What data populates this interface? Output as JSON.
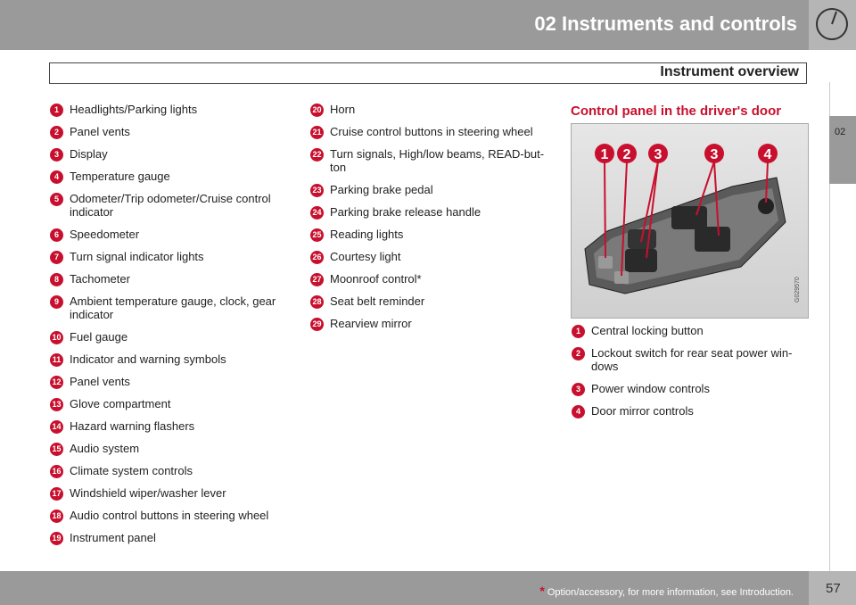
{
  "header": {
    "chapter_title": "02 Instruments and controls",
    "section_title": "Instrument overview"
  },
  "side_tab": "02",
  "list_left": [
    {
      "n": "1",
      "text": "Headlights/Parking lights"
    },
    {
      "n": "2",
      "text": "Panel vents"
    },
    {
      "n": "3",
      "text": "Display"
    },
    {
      "n": "4",
      "text": "Temperature gauge"
    },
    {
      "n": "5",
      "text": "Odometer/Trip odometer/Cruise control indicator"
    },
    {
      "n": "6",
      "text": "Speedometer"
    },
    {
      "n": "7",
      "text": "Turn signal indicator lights"
    },
    {
      "n": "8",
      "text": "Tachometer"
    },
    {
      "n": "9",
      "text": "Ambient temperature gauge, clock, gear indicator"
    },
    {
      "n": "10",
      "text": "Fuel gauge"
    },
    {
      "n": "11",
      "text": "Indicator and warning symbols"
    },
    {
      "n": "12",
      "text": "Panel vents"
    },
    {
      "n": "13",
      "text": "Glove compartment"
    },
    {
      "n": "14",
      "text": "Hazard warning flashers"
    },
    {
      "n": "15",
      "text": "Audio system"
    },
    {
      "n": "16",
      "text": "Climate system controls"
    },
    {
      "n": "17",
      "text": "Windshield wiper/washer lever"
    },
    {
      "n": "18",
      "text": "Audio control buttons in steering wheel"
    },
    {
      "n": "19",
      "text": "Instrument panel"
    }
  ],
  "list_mid": [
    {
      "n": "20",
      "text": "Horn"
    },
    {
      "n": "21",
      "text": "Cruise control buttons in steering wheel"
    },
    {
      "n": "22",
      "text": "Turn signals, High/low beams, READ-but-ton"
    },
    {
      "n": "23",
      "text": "Parking brake pedal"
    },
    {
      "n": "24",
      "text": "Parking brake release handle"
    },
    {
      "n": "25",
      "text": "Reading lights"
    },
    {
      "n": "26",
      "text": "Courtesy light"
    },
    {
      "n": "27",
      "text": "Moonroof control*"
    },
    {
      "n": "28",
      "text": "Seat belt reminder"
    },
    {
      "n": "29",
      "text": "Rearview mirror"
    }
  ],
  "door_panel": {
    "heading": "Control panel in the driver's door",
    "image_code": "G029570",
    "callouts": [
      "1",
      "2",
      "3",
      "3",
      "4"
    ],
    "items": [
      {
        "n": "1",
        "text": "Central locking button"
      },
      {
        "n": "2",
        "text": "Lockout switch for rear seat power win-dows"
      },
      {
        "n": "3",
        "text": "Power window controls"
      },
      {
        "n": "4",
        "text": "Door mirror controls"
      }
    ]
  },
  "footer": {
    "asterisk": "*",
    "note": "Option/accessory, for more information, see Introduction.",
    "page": "57"
  }
}
